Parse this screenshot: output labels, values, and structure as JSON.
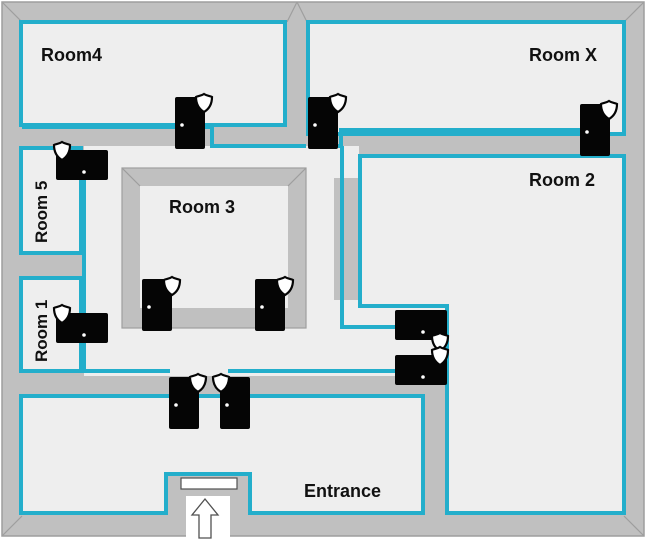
{
  "colors": {
    "wall": "#c0c0c0",
    "wall_edge": "#9e9e9e",
    "floor": "#eeeeee",
    "outline": "#23aecb",
    "door": "#050505",
    "door_dot": "#ffffff"
  },
  "rooms": {
    "room4": {
      "label": "Room4"
    },
    "roomx": {
      "label": "Room X"
    },
    "room2": {
      "label": "Room 2"
    },
    "room3": {
      "label": "Room 3"
    },
    "room5": {
      "label": "Room 5"
    },
    "room1": {
      "label": "Room 1"
    },
    "entrance": {
      "label": "Entrance"
    }
  },
  "icons": {
    "door": "door-icon",
    "lock": "shield-lock-icon",
    "entry": "up-arrow-icon"
  }
}
